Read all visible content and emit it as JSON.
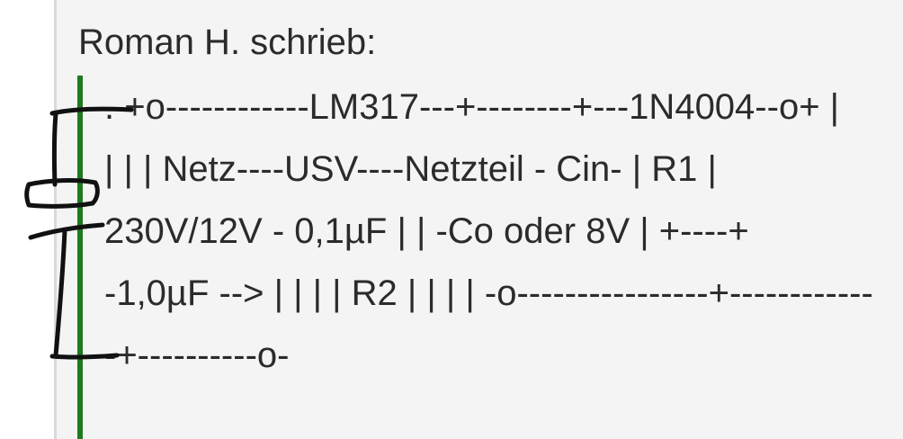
{
  "quote": {
    "header": "Roman H. schrieb:",
    "lines": [
      ". +o------------LM317---+--------+---1N4004--o+ |",
      "| | | Netz----USV----Netzteil - Cin- | R1 |",
      "230V/12V - 0,1µF | | -Co oder 8V | +----+",
      "-1,0µF --> | | | | R2 | | | | -o----------------+------------",
      "-+----------o-"
    ]
  },
  "colors": {
    "quote_bar": "#1f7a1f",
    "text": "#2b2b2b",
    "background": "#f4f4f4",
    "ink": "#111111"
  },
  "annotation": {
    "icon": "capacitor-symbol-sketch-icon"
  }
}
